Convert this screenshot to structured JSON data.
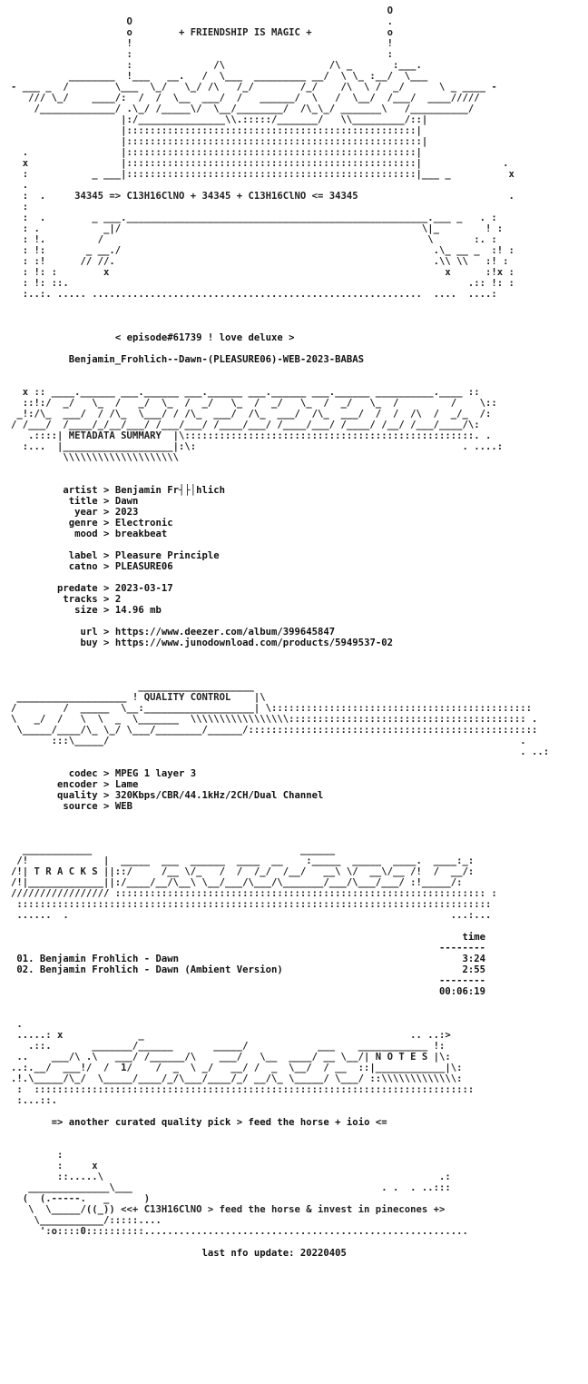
{
  "header_art": "                                                                 O\n                    O                                            .\n                    o        + FRIENDSHIP IS MAGIC +             o\n                    !                                            !\n                    :                                            :\n                    :              /\\                  /\\ _       :___.\n          ________  !___   __.   /  \\___  _________ __/  \\ \\_ :__/  \\___\n- ___ _  /        \\___  \\_/   \\_/ /\\   /_/        /_/    /\\  \\ /  _/      \\ _ ____ -\n   /// \\_/    ____/:  /  /  \\__  ___/  /   ______/  \\   /  \\__/  /___/  ____/////\n    /_____________/ .\\_/ /_____\\/  \\__/________/  /\\_\\_/ _______\\   /__________/\n                   |:/_______________\\\\.:::::/_______/   \\\\_________/::|\n                   |::::::::::::::::::::::::::::::::::::::::::::::::::|\n                   |:::::::::::::::::::::::::::::::::::::::::::::::::::|\n  .                |::::::::::::::::::::::::::::::::::::::::::::::::::|\n  x                |::::::::::::::::::::::::::::::::::::::::::::::::::|              .\n  :           _ ___|::::::::::::::::::::::::::::::::::::::::::::::::::|___ _          x\n  .\n  :  .     34345 => C13H16ClNO + 34345 + C13H16ClNO <= 34345                          .\n  :\n  :  .        _ ___.____________________________________________________.___ _   . :\n  : .           _|/                                                    \\|_        ! :\n  : !.         /                                                        \\       :. :\n  : !:       _ __./                                                      .\\_ __ _  :! :\n  : :!      // //.                                                       .\\\\ \\\\   :! :\n  : !: :        x                                                          x      :!x :\n  : !: ::.                                                                     .:: !: :\n  :..:. ..... .........................................................  ....  ....:",
  "episode_line": "< episode#61739 ! love deluxe >",
  "release_name": "Benjamin_Frohlich--Dawn-(PLEASURE06)-WEB-2023-BABAS",
  "metadata": {
    "banner_top": "  x :: ____.______ ___.______ ___.______ ___.______ ___.______ __________.____ ::\n  ::!:/  _/   \\_  /   _/  \\_  /  _/   \\_  /  _/   \\_  /  _/   \\_  /         /    \\::\n _!:/\\_  ___/  / /\\_  \\___/ / /\\_  ___/  /\\_  ___/  /\\_  ___/  /  /  /\\  /  _/_  /:\n/ /___/  /____/_/__/___/ /___/___/ /____/___/ /____/___/ /____/ /__/ /___/____/\\:",
    "title": "METADATA SUMMARY",
    "banner_bottom": "   .::::| METADATA SUMMARY  |\\::::::::::::::::::::::::::::::::::::::::::::::::::. .\n  :...  |___________________|:\\:                                              . ....:\n         \\\\\\\\\\\\\\\\\\\\\\\\\\\\\\\\\\\\\\\\",
    "items": [
      {
        "key": "artist",
        "value": "Benjamin Fr┤├│hlich"
      },
      {
        "key": "title",
        "value": "Dawn"
      },
      {
        "key": "year",
        "value": "2023"
      },
      {
        "key": "genre",
        "value": "Electronic"
      },
      {
        "key": "mood",
        "value": "breakbeat"
      },
      {
        "key": "",
        "value": ""
      },
      {
        "key": "label",
        "value": "Pleasure Principle"
      },
      {
        "key": "catno",
        "value": "PLEASURE06"
      },
      {
        "key": "",
        "value": ""
      },
      {
        "key": "predate",
        "value": "2023-03-17"
      },
      {
        "key": "tracks",
        "value": "2"
      },
      {
        "key": "size",
        "value": "14.96 mb"
      },
      {
        "key": "",
        "value": ""
      },
      {
        "key": "url",
        "value": "https://www.deezer.com/album/399645847"
      },
      {
        "key": "buy",
        "value": "https://www.junodownload.com/products/5949537-02"
      }
    ]
  },
  "quality": {
    "banner": "                      ____________________\n ___________________ ! QUALITY CONTROL    |\\\n/        /  _____  \\__:___________________| \\:::::::::::::::::::::::::::::::::::::::::::::\n\\   _/  /   \\  \\  _  \\_______  \\\\\\\\\\\\\\\\\\\\\\\\\\\\\\\\\\::::::::::::::::::::::::::::::::::::::::: .\n \\_____/____/\\_ \\_/ \\___/________/______/::::::::::::::::::::::::::::::::::::::::::::::::::\n       :::\\_____/                                                                       .\n                                                                                        . ..:",
    "title": "QUALITY CONTROL",
    "items": [
      {
        "key": "codec",
        "value": "MPEG 1 layer 3"
      },
      {
        "key": "encoder",
        "value": "Lame"
      },
      {
        "key": "quality",
        "value": "320Kbps/CBR/44.1kHz/2CH/Dual Channel"
      },
      {
        "key": "source",
        "value": "WEB"
      }
    ]
  },
  "tracks": {
    "banner": "  ____________                                    ______                       \n /!             |  _____  ___  ______  ____  __    :_____  _____  ____.  ____:_:\n/!| T R A C K S ||::/     /__ \\/_   /  /  /_/  /__/   __\\ \\/  __\\/__ /!  /  __/:\n/!|_____________||:/____/__/\\__\\ \\__/___/\\___/\\_______/___/\\___/___/ :!_____/:\n///////////////// :::::::::::::::::::::::::::::::::::::::::::::::::::::::::::::::: :\n ::::::::::::::::::::::::::::::::::::::::::::::::::::::::::::::::::::::::::::::::::\n ......  .                                                                  ...:...",
    "title": "T R A C K S",
    "time_header": "time",
    "divider": "--------",
    "list": [
      {
        "num": "01.",
        "name": "Benjamin Frohlich - Dawn",
        "time": "3:24"
      },
      {
        "num": "02.",
        "name": "Benjamin Frohlich - Dawn (Ambient Version)",
        "time": "2:55"
      }
    ],
    "total": "00:06:19"
  },
  "notes": {
    "banner": " .\n .....: x             _                                              .. ..:>\n   .::.       _______/______       _____/            ___    ____________ !:\n ..    ___/\\ .\\   ___/ /______/\\    ___/   \\__  ____/ __ \\__/| N O T E S |\\:\n..:.__/  ___!/  /  1/    /  _  \\ _/   __/ /  _  \\__/  / __  ::|____________|\\:\n.!.\\_____/\\_/  \\_____/____/_/\\___/____/_/ __/\\_ \\_____/ \\___/ ::\\\\\\\\\\\\\\\\\\\\\\\\\\:\n :  ::::::::::::::::::::::::::::::::::::::::::::::::::::::::::::::::::::::::::::\n :...::.",
    "title": "N O T E S",
    "line": "=> another curated quality pick > feed the horse + ioio <="
  },
  "footer": {
    "art": "        :\n        :     x\n        ::.....\\                                                          .:\n   ______________\\___                                           . .  . ..:::\n  (  (.-----.   _      )\n   \\  \\_____/((_)) <<+ C13H16ClNO > feed the horse & invest in pinecones +>\n    \\___________/:::::....\n     ':o::::0::::::::::........................................................",
    "last_update": "last nfo update: 20220405"
  }
}
